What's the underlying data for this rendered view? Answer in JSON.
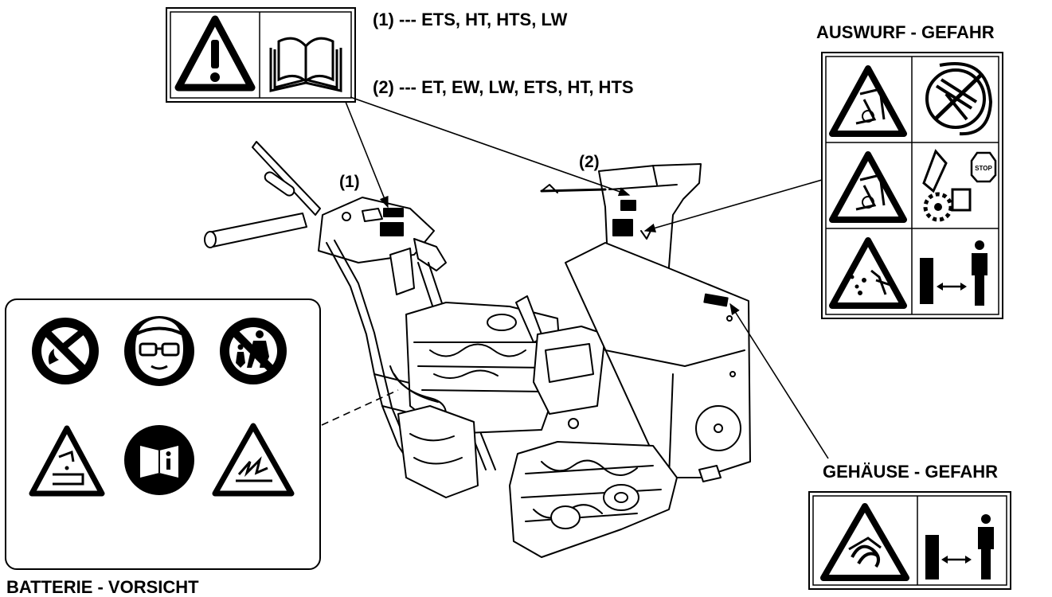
{
  "legend": {
    "line1": "(1) --- ETS, HT, HTS, LW",
    "line2": "(2) --- ET, EW, LW, ETS, HT, HTS"
  },
  "callouts": {
    "one": "(1)",
    "two": "(2)"
  },
  "panels": {
    "discharge_title": "AUSWURF - GEFAHR",
    "housing_title": "GEHÄUSE - GEFAHR",
    "battery_title": "BATTERIE - VORSICHT"
  },
  "stop_text": "STOP",
  "icons": [
    "warning-triangle-icon",
    "manual-book-icon",
    "hand-in-chute-triangle-icon",
    "rotating-impeller-cut-icon",
    "hand-in-chute-triangle-icon",
    "stop-engine-clear-chute-icon",
    "thrown-objects-triangle-icon",
    "keep-distance-icon",
    "auger-cut-triangle-icon",
    "keep-distance-icon",
    "no-smoking-no-flame-icon",
    "eye-protection-icon",
    "keep-children-away-icon",
    "acid-burn-triangle-icon",
    "read-manual-icon",
    "explosion-triangle-icon"
  ],
  "colors": {
    "ink": "#000000",
    "paper": "#ffffff"
  }
}
